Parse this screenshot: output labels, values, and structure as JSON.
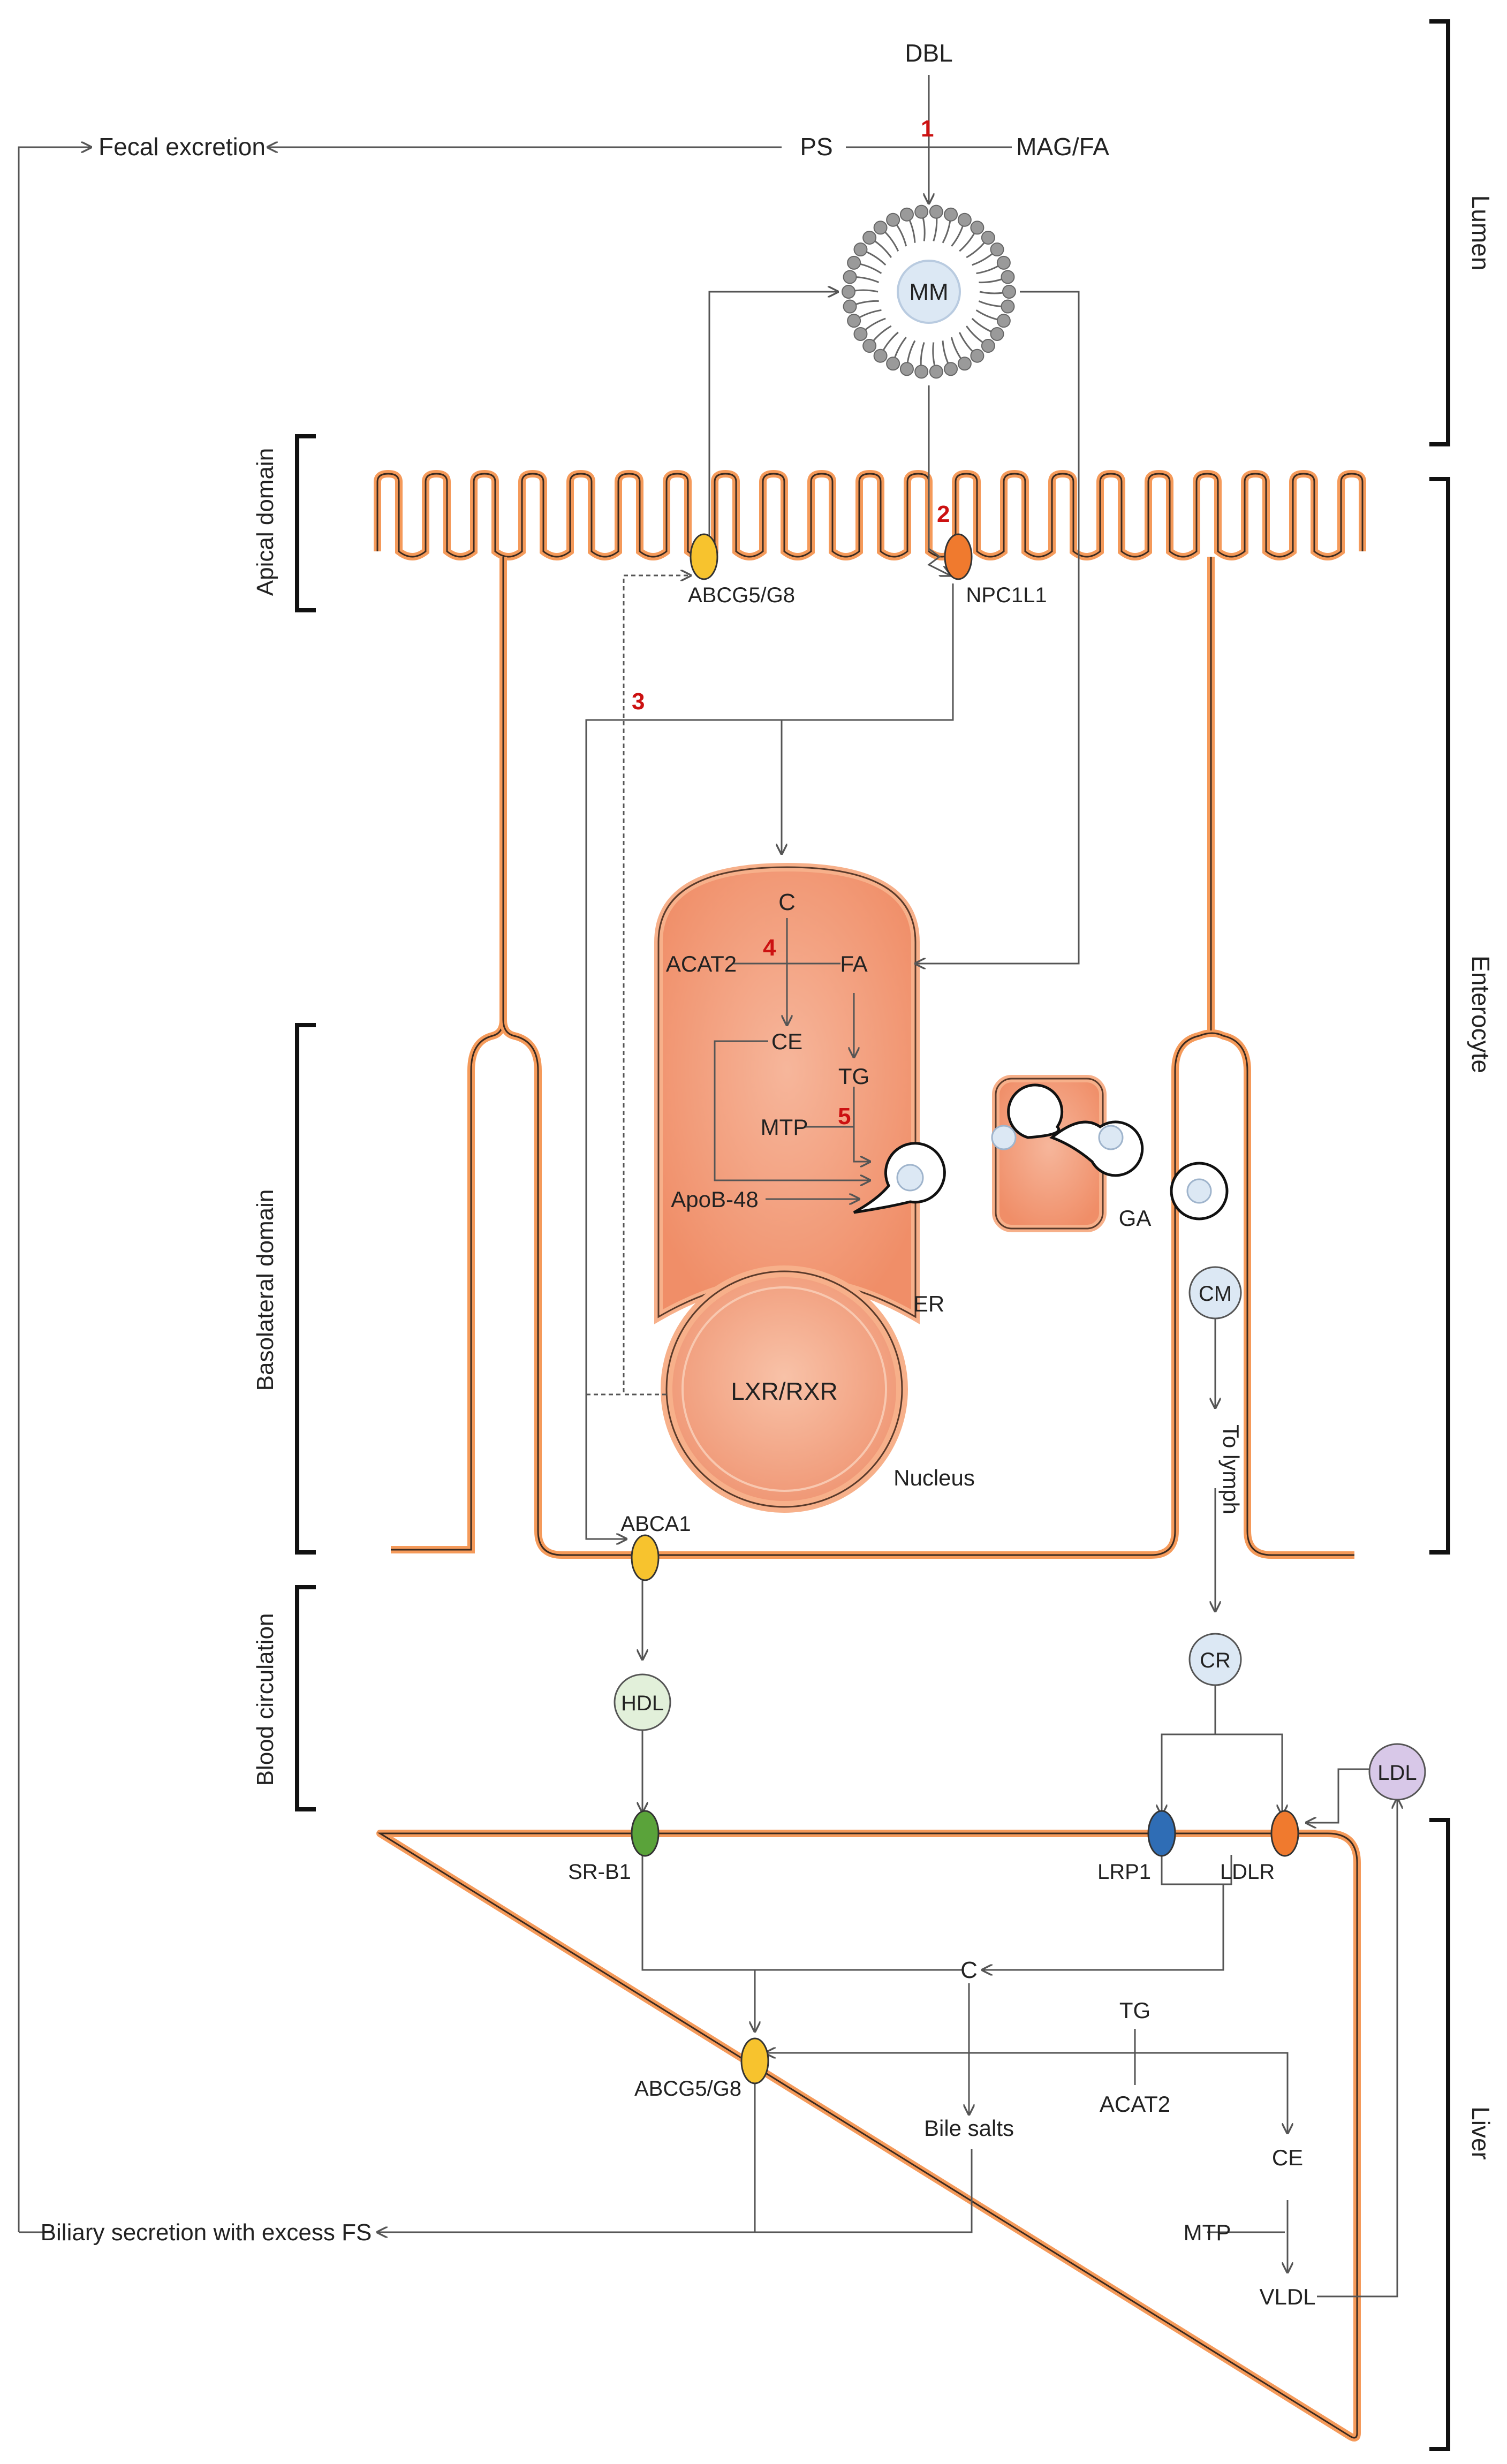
{
  "labels": {
    "dbl": "DBL",
    "ps": "PS",
    "mag_fa": "MAG/FA",
    "fecal": "Fecal excretion",
    "mm": "MM",
    "abcg5_apical": "ABCG5/G8",
    "npc1l1": "NPC1L1",
    "c_er": "C",
    "acat2_er": "ACAT2",
    "fa_er": "FA",
    "ce_er": "CE",
    "tg_er": "TG",
    "mtp_er": "MTP",
    "apob": "ApoB-48",
    "er": "ER",
    "ga": "GA",
    "lxr": "LXR/RXR",
    "nucleus": "Nucleus",
    "cm": "CM",
    "to_lymph": "To lymph",
    "abca1": "ABCA1",
    "hdl": "HDL",
    "cr": "CR",
    "ldl": "LDL",
    "srb1": "SR-B1",
    "lrp1": "LRP1",
    "ldlr": "LDLR",
    "c_liver": "C",
    "tg_liver": "TG",
    "acat2_liver": "ACAT2",
    "abcg5_liver": "ABCG5/G8",
    "bile": "Bile salts",
    "ce_liver": "CE",
    "mtp_liver": "MTP",
    "vldl": "VLDL",
    "biliary": "Biliary secretion with excess FS"
  },
  "steps": [
    "1",
    "2",
    "3",
    "4",
    "5"
  ],
  "regions": {
    "lumen": "Lumen",
    "enterocyte": "Enterocyte",
    "liver": "Liver",
    "apical": "Apical domain",
    "basolateral": "Basolateral domain",
    "blood": "Blood circulation"
  },
  "colors": {
    "membrane": "#f59a5a",
    "organelle": "#f6b79a",
    "transporter_yellow": "#f7c32e",
    "transporter_orange": "#f07a2e",
    "transporter_green": "#5aa33a",
    "transporter_blue": "#2f6db5",
    "hdl_fill": "#e2f0da",
    "ldl_fill": "#d8c8e8",
    "particle_fill": "#dce8f4",
    "step_red": "#cc1111"
  }
}
